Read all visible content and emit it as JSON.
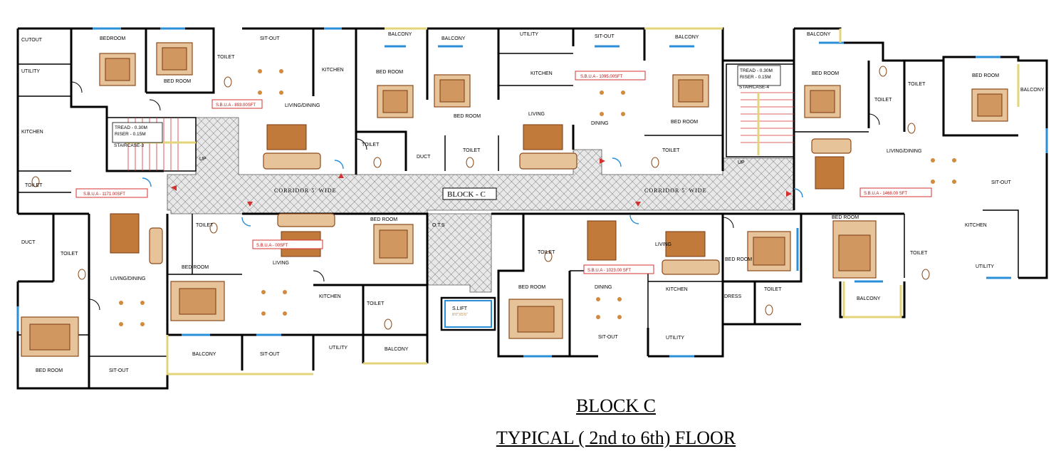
{
  "titles": {
    "block": "BLOCK  C",
    "floor": "TYPICAL ( 2nd to 6th) FLOOR"
  },
  "block_label": "BLOCK - C",
  "corridor_labels": [
    "CORRIDOR 5' WIDE",
    "CORRIDOR 5' WIDE"
  ],
  "sbua": [
    "S.B.U.A - 893.00SFT",
    "S.B.U.A - 1095.00SFT",
    "S.B.U.A - 1171.00SFT",
    "S.B.U.A - 1468.00 SFT",
    "S.B.U.A - 1023.00 SFT",
    "S.B.U.A -    00SFT"
  ],
  "staircase_left": {
    "tread": "TREAD - 0.30M",
    "riser": "RISER - 0.15M",
    "name": "STAIRCASE-3"
  },
  "staircase_right": {
    "tread": "TREAD - 0.30M",
    "riser": "RISER - 0.15M",
    "name": "STAIRCASE-4"
  },
  "lift": {
    "label": "S.LIFT",
    "dim": "8'0\"X5'6\""
  },
  "ots": "O.T.S",
  "up": [
    "UP",
    "UP"
  ],
  "rooms": {
    "cutout": "CUTOUT",
    "utility_tl": "UTILITY",
    "kitchen_l": "KITCHEN",
    "toilet_l": "TOILET",
    "duct_l": "DUCT",
    "toilet_l2": "TOILET",
    "bedroom_tl": "BEDROOM",
    "bedroom_tl2": "BED ROOM",
    "toilet_t1": "TOILET",
    "sitout_t1": "SIT-OUT",
    "kitchen_t1": "KITCHEN",
    "living_t1": "LIVING/DINING",
    "balcony_t1": "BALCONY",
    "bedroom_t2": "BED ROOM",
    "balcony_t2": "BALCONY",
    "bedroom_t3": "BED ROOM",
    "toilet_t2": "TOILET",
    "duct_t": "DUCT",
    "toilet_t3": "TOILET",
    "utility_t": "UTILITY",
    "kitchen_t2": "KITCHEN",
    "living_t2": "LIVING",
    "sitout_t2": "SIT-OUT",
    "dining_t2": "DINING",
    "balcony_t3": "BALCONY",
    "bedroom_t4": "BED ROOM",
    "toilet_t4": "TOILET",
    "balcony_tr": "BALCONY",
    "bedroom_tr": "BED ROOM",
    "toilet_tr1": "TOILET",
    "toilet_tr2": "TOILET",
    "bedroom_tr2": "BED ROOM",
    "balcony_tr2": "BALCONY",
    "living_tr": "LIVING/DINING",
    "sitout_r": "SIT-OUT",
    "kitchen_r": "KITCHEN",
    "bedroom_br": "BED ROOM",
    "toilet_br": "TOILET",
    "utility_br": "UTILITY",
    "balcony_br": "BALCONY",
    "living_bl": "LIVING/DINING",
    "bedroom_bl": "BED ROOM",
    "sitout_bl": "SIT-OUT",
    "toilet_b1": "TOILET",
    "bedroom_b1": "BED ROOM",
    "balcony_b1": "BALCONY",
    "sitout_b1": "SIT-OUT",
    "living_b1": "LIVING",
    "kitchen_b1": "KITCHEN",
    "toilet_b2": "TOILET",
    "utility_b1": "UTILITY",
    "bedroom_b2": "BED ROOM",
    "balcony_b2": "BALCONY",
    "toilet_b3": "TOILET",
    "bedroom_b3": "BED ROOM",
    "dining_b3": "DINING",
    "sitout_b3": "SIT-OUT",
    "living_b3": "LIVING",
    "kitchen_b3": "KITCHEN",
    "utility_b3": "UTILITY",
    "bedroom_b4": "BED ROOM",
    "dress_b4": "DRESS",
    "toilet_b4": "TOILET"
  },
  "colors": {
    "walls": "#000000",
    "windows": "#2a8fd8",
    "furniture": "#c27a3a",
    "sbua_box": "#d43030",
    "balcony_edge": "#e3d47a"
  }
}
